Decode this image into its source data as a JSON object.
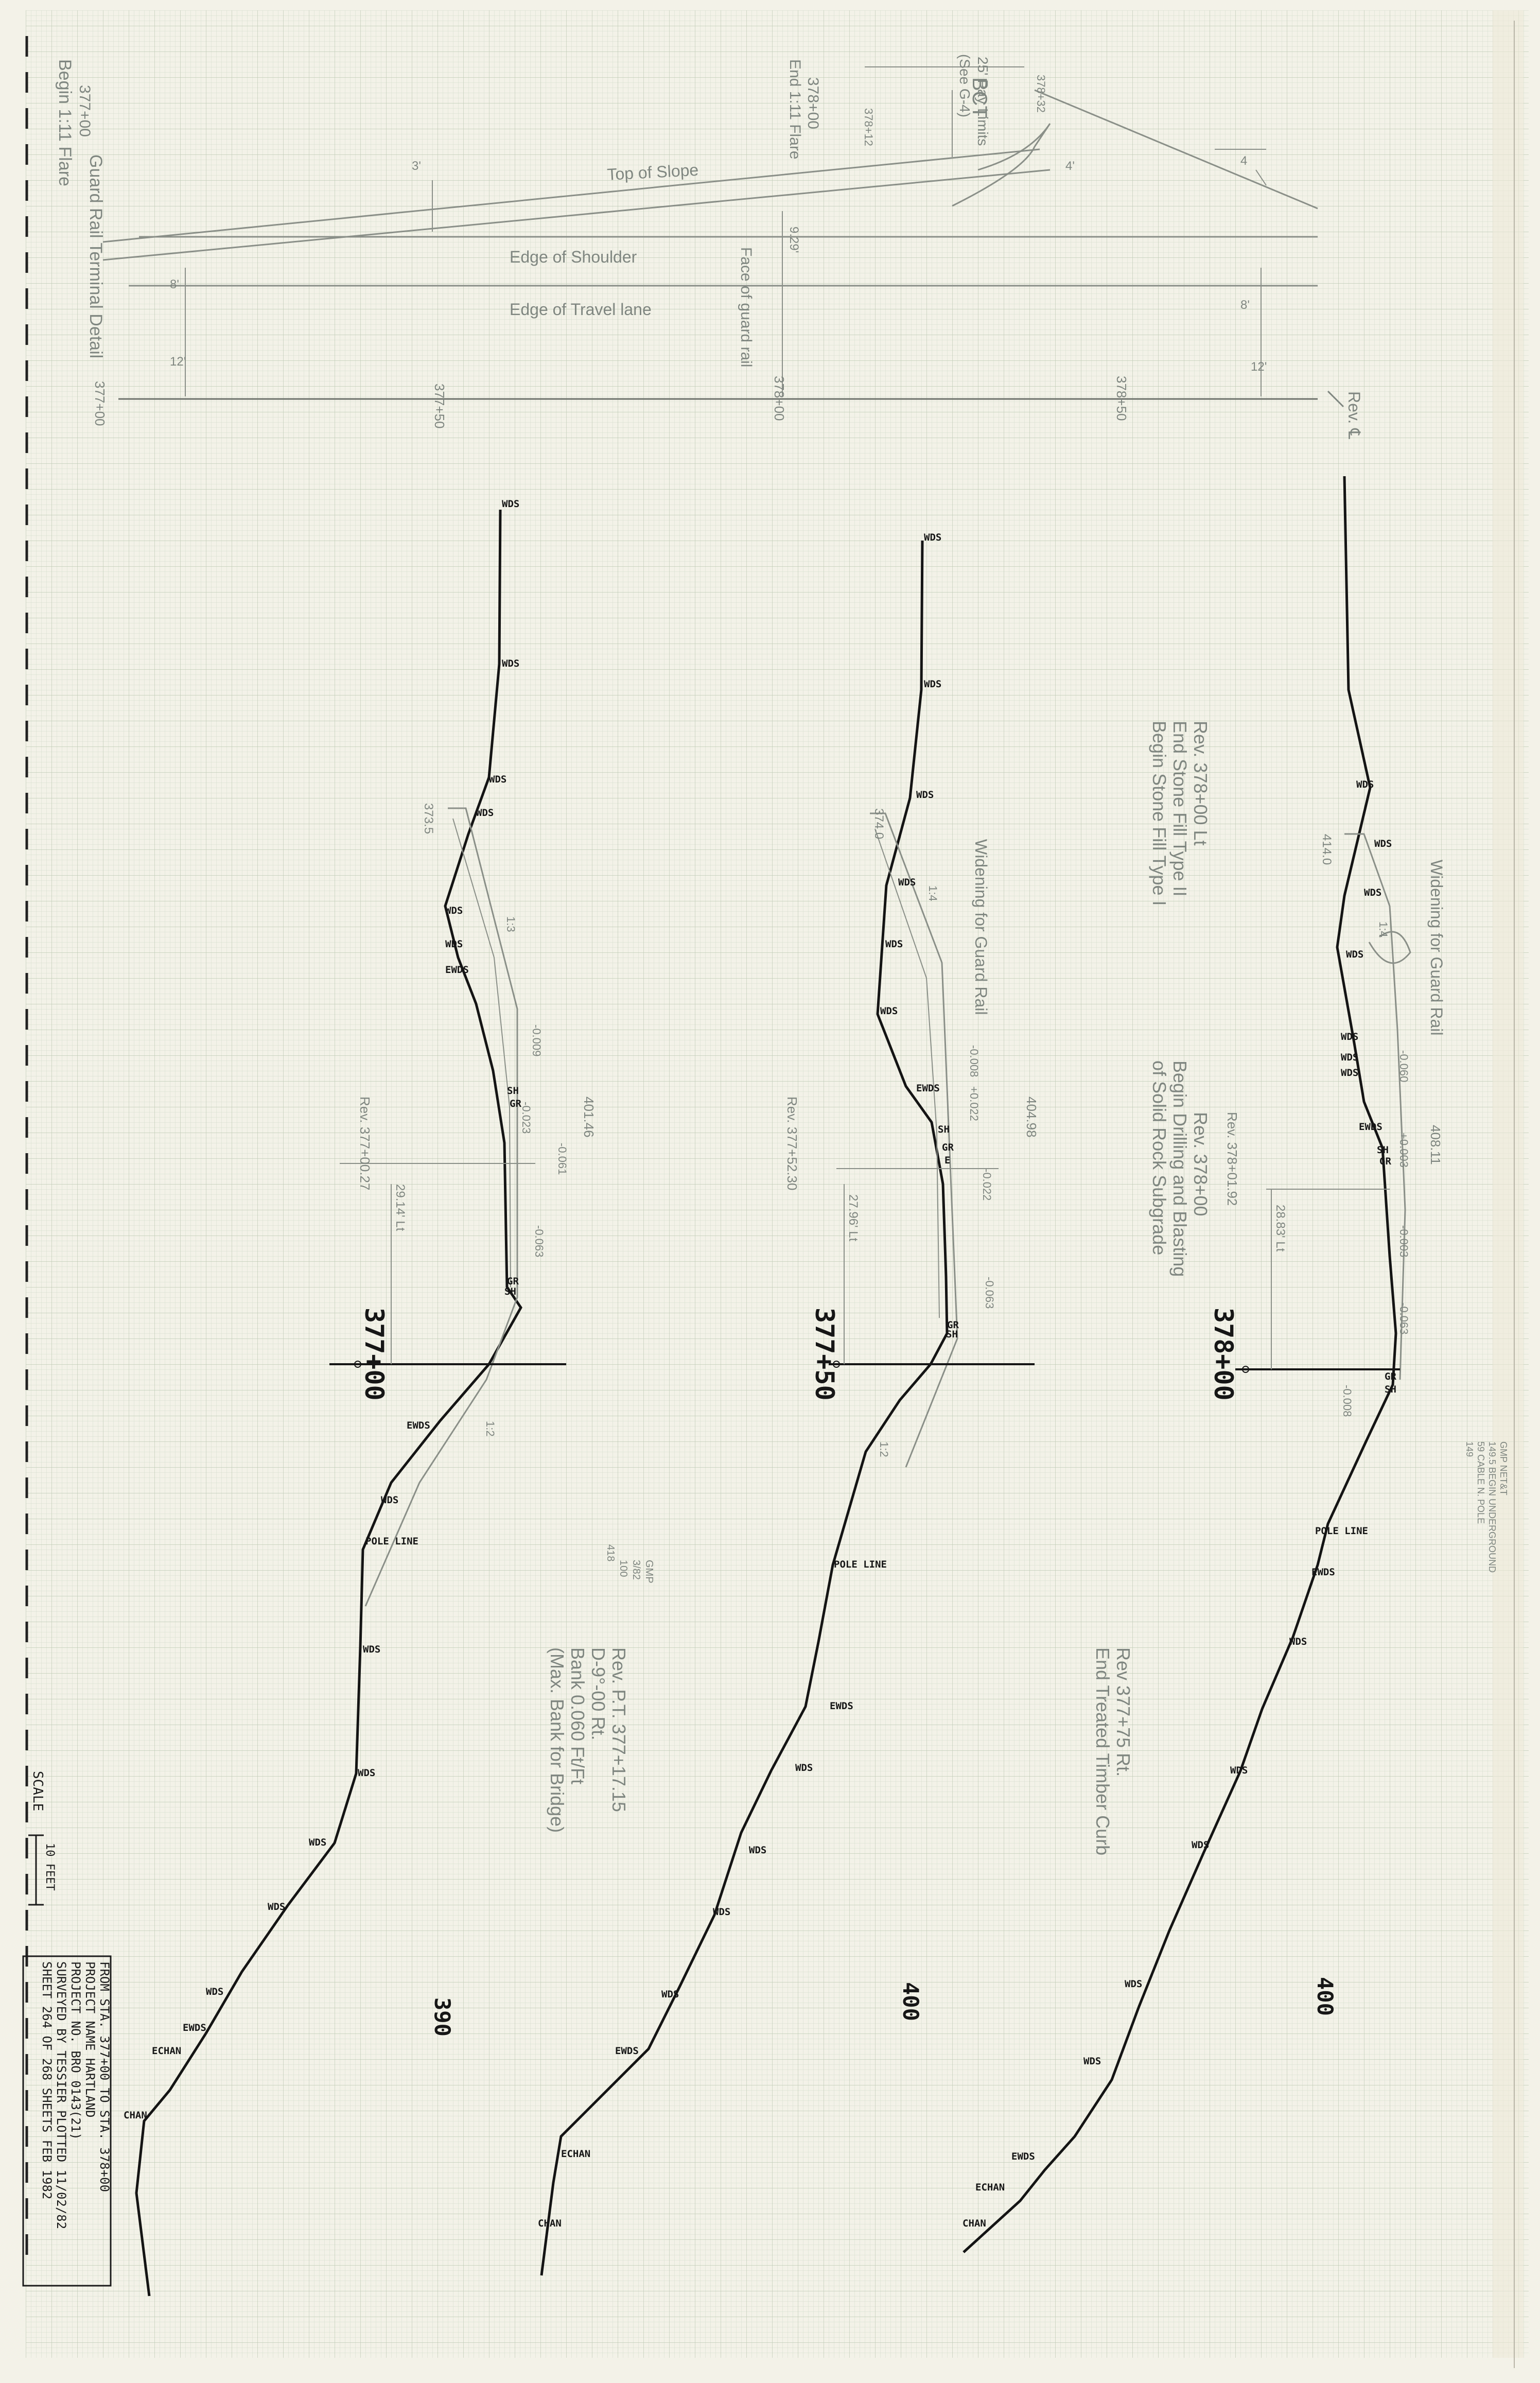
{
  "plan": {
    "title": "Guard Rail Terminal Detail",
    "begin_flare": "Begin 1:11 Flare",
    "begin_flare_station": "377+00",
    "end_flare": "End 1:11 Flare",
    "end_flare_station": "378+00",
    "bct": "BCT",
    "bct_note": "25' Pay Limits",
    "bct_ref": "(See G-4)",
    "sta_top": "378+32",
    "sta_bct": "378+12",
    "top_of_slope": "Top of Slope",
    "edge_of_shoulder": "Edge of Shoulder",
    "edge_of_travel_lane": "Edge of Travel lane",
    "face_of_guard_rail": "Face of guard rail",
    "dim_3": "3'",
    "dim_4": "4'",
    "dim_4b": "4",
    "dim_8a": "8'",
    "dim_8b": "8'",
    "dim_12a": "12'",
    "dim_12b": "12'",
    "dim_929": "9.29'",
    "sta_377_00": "377+00",
    "sta_377_50": "377+50",
    "sta_378_00": "378+00",
    "sta_378_50": "378+50",
    "rev_cl": "Rev. ℄"
  },
  "sections": [
    {
      "station": "377+00",
      "scale_mark": "390",
      "rev_note": "Rev. 377+00.27",
      "grade": "401.46",
      "grade_low": "373.5",
      "offset": "29.14' Lt",
      "slope_a": "1:3",
      "slope_b": "1:2",
      "values": [
        "-0.009",
        "-0.061",
        "-0.063",
        "-0.023"
      ],
      "labels_top": [
        "WDS",
        "WDS",
        "WDS",
        "WDS",
        "WDS",
        "WDS",
        "EWDS",
        "SH",
        "GR",
        "SH",
        "GR"
      ],
      "labels_bottom": [
        "EWDS",
        "WDS",
        "POLE LINE",
        "WDS",
        "WDS",
        "WDS",
        "WDS",
        "WDS",
        "EWDS",
        "ECHAN",
        "CHAN"
      ]
    },
    {
      "station": "377+50",
      "scale_mark": "400",
      "rev_note": "Rev. 377+52.30",
      "grade": "404.98",
      "grade_low": "374.0",
      "offset": "27.96' Lt",
      "slope_a": "1:4",
      "slope_b": "1:2",
      "values": [
        "-0.008",
        "+0.022",
        "-0.022",
        "-0.063"
      ],
      "widening": "Widening for Guard Rail",
      "labels_top": [
        "WDS",
        "WDS",
        "WDS",
        "WDS",
        "WDS",
        "WDS",
        "EWDS",
        "SH",
        "GR",
        "E",
        "GR",
        "SH"
      ],
      "labels_bottom": [
        "POLE LINE",
        "EWDS",
        "WDS",
        "WDS",
        "WDS",
        "WDS",
        "EWDS",
        "ECHAN",
        "CHAN"
      ]
    },
    {
      "station": "378+00",
      "scale_mark": "400",
      "rev_note": "Rev. 378+01.92",
      "grade": "408.11",
      "grade_low": "414.0",
      "offset": "28.83' Lt",
      "slope_a": "1:4",
      "values": [
        "-0.060",
        "+0.003",
        "-0.003",
        "-0.063",
        "-0.008"
      ],
      "widening": "Widening for Guard Rail",
      "labels_top": [
        "WDS",
        "WDS",
        "WDS",
        "WDS",
        "WDS",
        "WDS",
        "WDS",
        "EWDS",
        "SH",
        "GR",
        "GR",
        "SH"
      ],
      "labels_bottom": [
        "POLE LINE",
        "EWDS",
        "WDS",
        "WDS",
        "WDS",
        "WDS",
        "WDS",
        "EWDS",
        "ECHAN",
        "CHAN"
      ]
    }
  ],
  "notes": {
    "stone_fill": [
      "Rev. 378+00 Lt",
      "End Stone Fill Type II",
      "Begin Stone Fill Type I"
    ],
    "drilling": [
      "Rev. 378+00",
      "Begin Drilling and Blasting",
      "of Solid Rock Subgrade"
    ],
    "timber_curb": [
      "Rev 377+75 Rt.",
      "End Treated Timber Curb"
    ],
    "bank": [
      "Rev. P.T. 377+17.15",
      "D-9°-00 Rt.",
      "Bank 0.060 Ft/Ft",
      "(Max. Bank for Bridge)"
    ],
    "gmp_stamp_1": [
      "GMP",
      "3/82",
      "100",
      "418"
    ],
    "gmp_stamp_2": [
      "GMP  NET&T",
      "149.5  BEGIN UNDERGROUND",
      "59  CABLE N. POLE",
      "149"
    ]
  },
  "title_block": {
    "scale_label": "SCALE",
    "scale_bar": "10 FEET",
    "from_sta": "FROM STA.  377+00      TO STA.  378+00",
    "project_name": "PROJECT NAME  HARTLAND",
    "project_no": "PROJECT NO.   BRO 0143(21)",
    "surveyed_by": "SURVEYED BY   TESSIER   PLOTTED 11/02/82",
    "sheet": "SHEET 264  OF 268  SHEETS      FEB 1982"
  }
}
